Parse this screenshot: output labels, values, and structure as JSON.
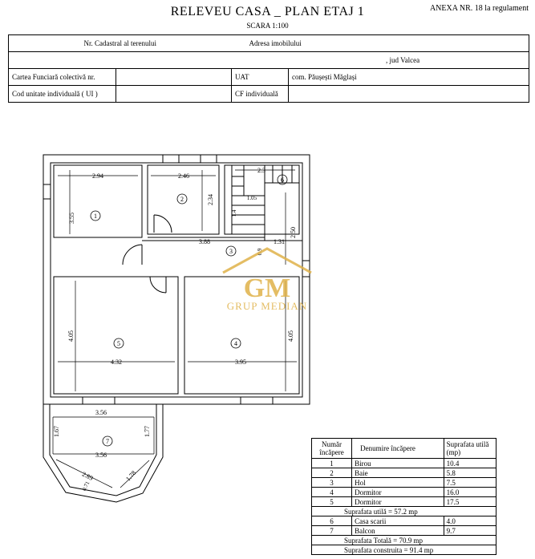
{
  "header": {
    "title": "RELEVEU  CASA _ PLAN ETAJ 1",
    "annex": "ANEXA NR. 18 la regulament",
    "scale": "SCARA 1:100"
  },
  "info_table": {
    "nr_cadastral_label": "Nr. Cadastral al terenului",
    "adresa_label": "Adresa imobilului",
    "adresa_value": ", jud Valcea",
    "carte_funciara_label": "Cartea Funciară colectivă nr.",
    "uat_label": "UAT",
    "uat_value": "com. Păușești Măglași",
    "cod_ui_label": "Cod unitate individuală ( UI )",
    "cf_individuala_label": "CF individuală"
  },
  "plan": {
    "dimensions": {
      "d294": "2.94",
      "d246": "2.46",
      "d23": "2.3",
      "d355": "3.55",
      "d234": "2.34",
      "d105": "1.05",
      "d14": "1.4",
      "d388": "3.88",
      "d131": "1.31",
      "d250": "2.50",
      "d09": "0.9",
      "d405a": "4.05",
      "d432": "4.32",
      "d395": "3.95",
      "d405b": "4.05",
      "d356a": "3.56",
      "d167": "1.67",
      "d177": "1.77",
      "d356b": "3.56",
      "d289": "2.89",
      "d071": "0.71",
      "d178": "1.78"
    },
    "room_numbers": [
      "1",
      "2",
      "3",
      "4",
      "5",
      "6",
      "7"
    ]
  },
  "watermark": {
    "logo_text": "GM",
    "name": "GRUP MEDIAN",
    "color": "#e0b24a"
  },
  "legend": {
    "headers": {
      "nr": "Număr încăpere",
      "denumire": "Denumire încăpere",
      "suprafata": "Suprafata utilă (mp)"
    },
    "rooms": [
      {
        "nr": "1",
        "name": "Birou",
        "area": "10.4"
      },
      {
        "nr": "2",
        "name": "Baie",
        "area": "5.8"
      },
      {
        "nr": "3",
        "name": "Hol",
        "area": "7.5"
      },
      {
        "nr": "4",
        "name": "Dormitor",
        "area": "16.0"
      },
      {
        "nr": "5",
        "name": "Dormitor",
        "area": "17.5"
      }
    ],
    "suprafata_utila": "Suprafata utilă = 57.2 mp",
    "extra_rooms": [
      {
        "nr": "6",
        "name": "Casa scarii",
        "area": "4.0"
      },
      {
        "nr": "7",
        "name": "Balcon",
        "area": "9.7"
      }
    ],
    "suprafata_totala": "Suprafata Totală = 70.9 mp",
    "suprafata_construita": "Suprafata construita = 91.4 mp"
  }
}
